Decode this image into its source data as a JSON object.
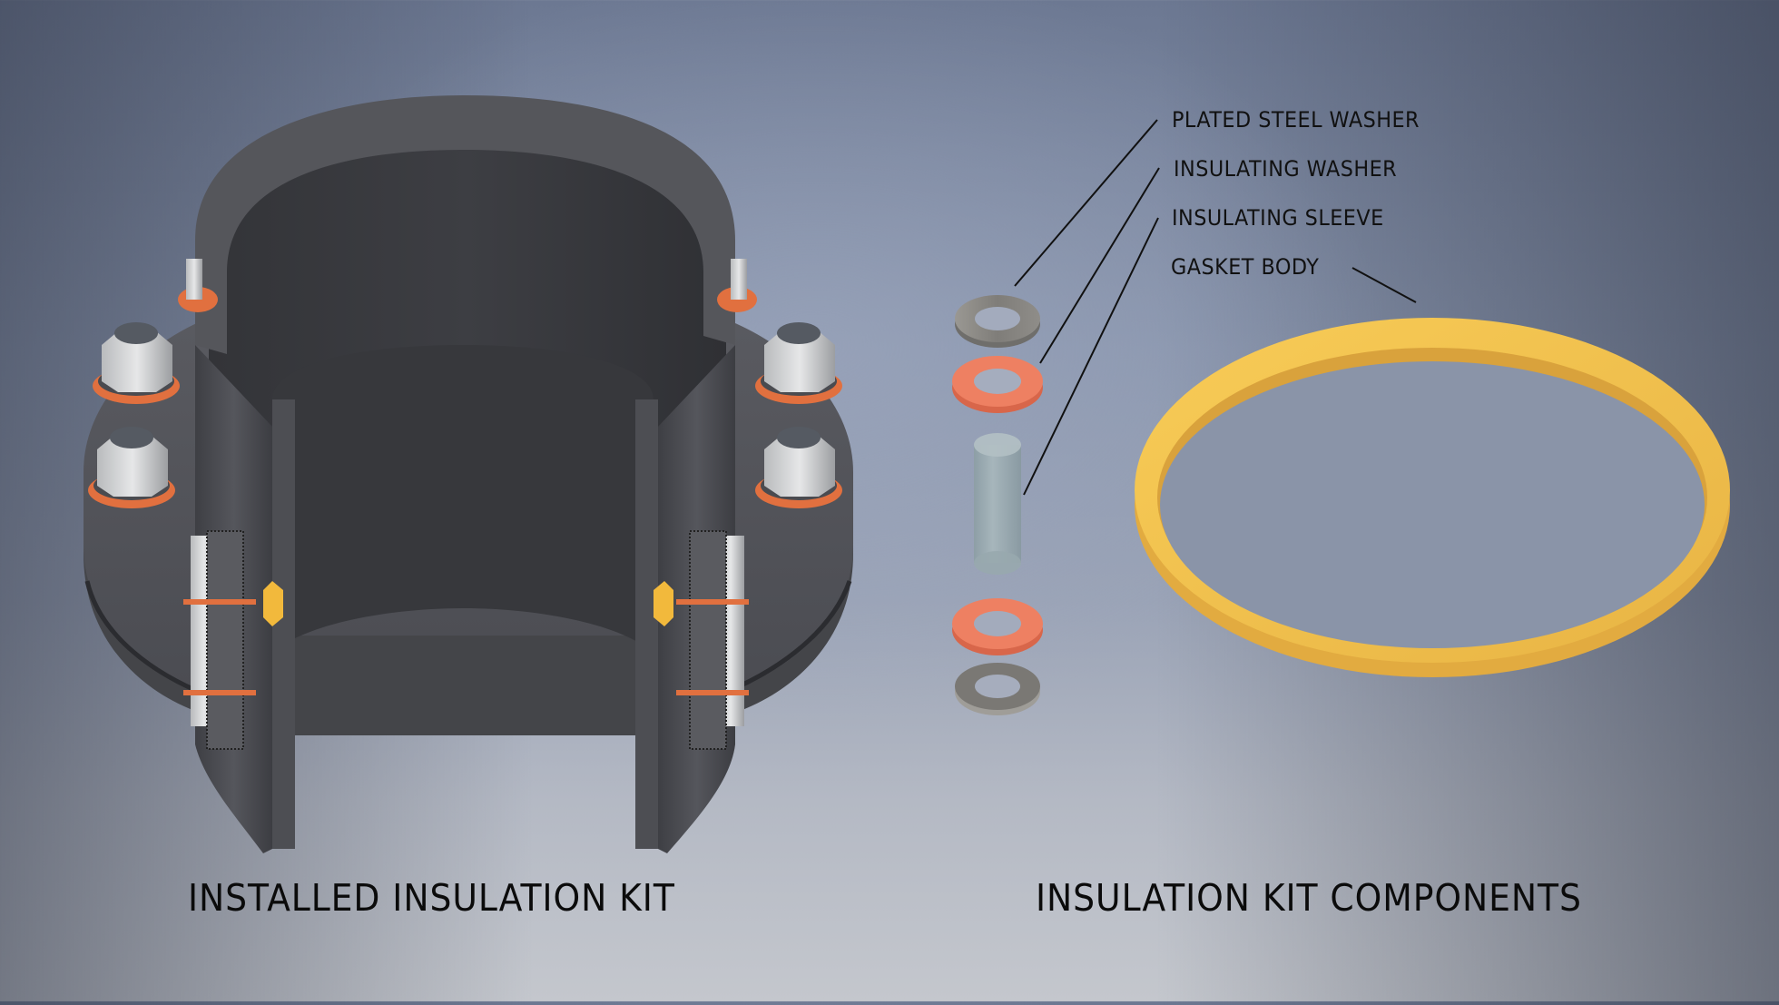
{
  "diagram": {
    "left_panel": {
      "caption": "INSTALLED INSULATION KIT",
      "object": "flanged-pipe-cutaway"
    },
    "right_panel": {
      "caption": "INSULATION KIT COMPONENTS",
      "callouts": [
        {
          "label": "PLATED STEEL WASHER"
        },
        {
          "label": "INSULATING WASHER"
        },
        {
          "label": "INSULATING SLEEVE"
        },
        {
          "label": "GASKET BODY"
        }
      ]
    },
    "colors": {
      "steel_washer": "#8a8884",
      "insulating_washer": "#ee8062",
      "sleeve": "#93a6ab",
      "gasket": "#f6c650",
      "pipe": "#4a4b50",
      "text": "#111111"
    }
  }
}
